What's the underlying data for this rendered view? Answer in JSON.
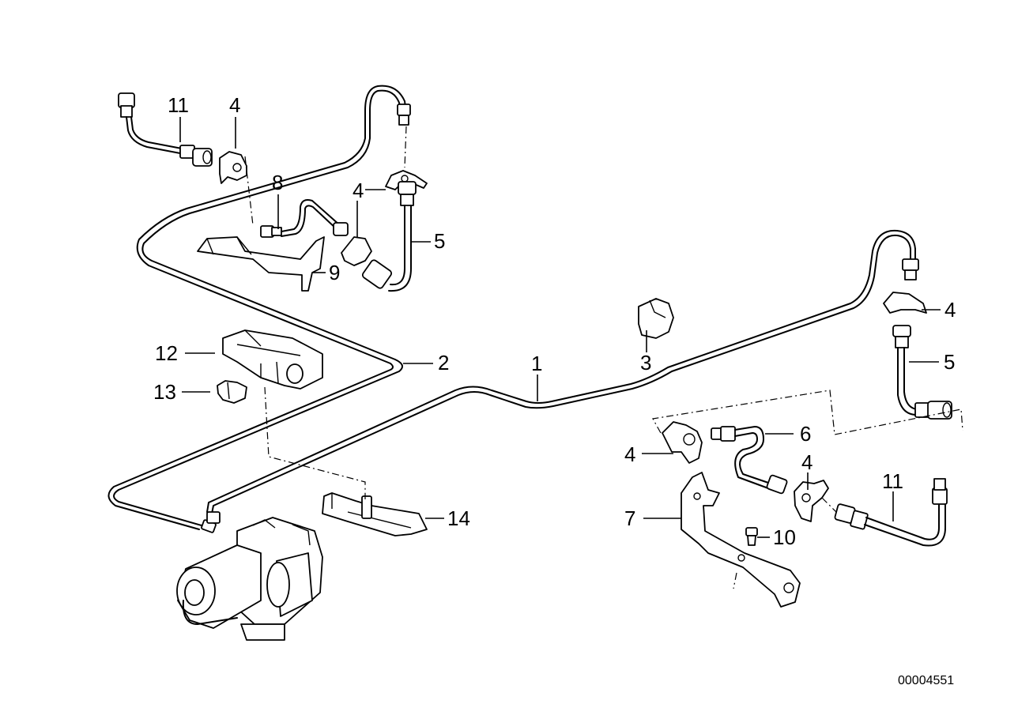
{
  "diagram": {
    "callouts": [
      {
        "id": "c11a",
        "label": "11"
      },
      {
        "id": "c4a",
        "label": "4"
      },
      {
        "id": "c8",
        "label": "8"
      },
      {
        "id": "c4b",
        "label": "4"
      },
      {
        "id": "c5a",
        "label": "5"
      },
      {
        "id": "c9",
        "label": "9"
      },
      {
        "id": "c12",
        "label": "12"
      },
      {
        "id": "c2",
        "label": "2"
      },
      {
        "id": "c13",
        "label": "13"
      },
      {
        "id": "c1",
        "label": "1"
      },
      {
        "id": "c3",
        "label": "3"
      },
      {
        "id": "c4c",
        "label": "4"
      },
      {
        "id": "c5b",
        "label": "5"
      },
      {
        "id": "c6",
        "label": "6"
      },
      {
        "id": "c4d",
        "label": "4"
      },
      {
        "id": "c4e",
        "label": "4"
      },
      {
        "id": "c11b",
        "label": "11"
      },
      {
        "id": "c7",
        "label": "7"
      },
      {
        "id": "c10",
        "label": "10"
      },
      {
        "id": "c14",
        "label": "14"
      }
    ],
    "document_number": "00004551"
  }
}
